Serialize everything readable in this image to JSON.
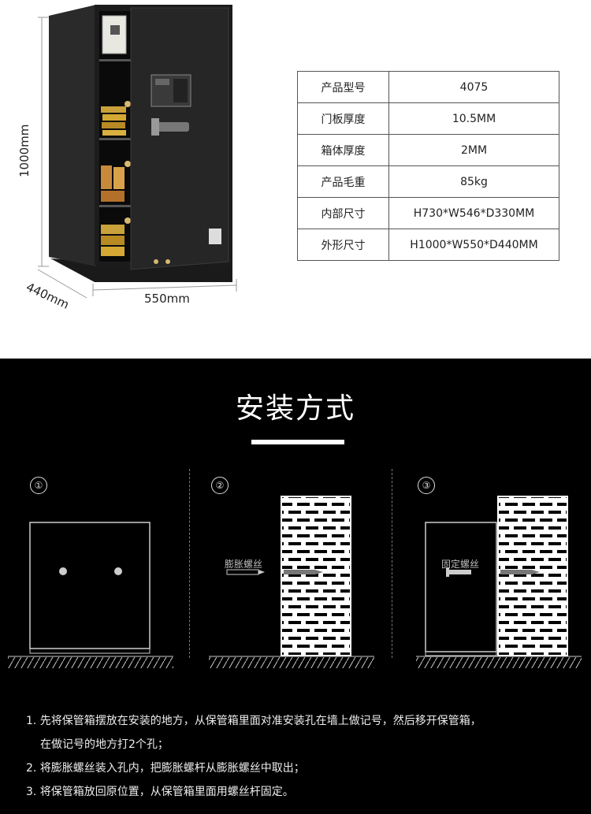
{
  "dimensions": {
    "height": "1000mm",
    "depth": "440mm",
    "width": "550mm"
  },
  "specs": [
    {
      "label": "产品型号",
      "value": "4075"
    },
    {
      "label": "门板厚度",
      "value": "10.5MM"
    },
    {
      "label": "箱体厚度",
      "value": "2MM"
    },
    {
      "label": "产品毛重",
      "value": "85kg"
    },
    {
      "label": "内部尺寸",
      "value": "H730*W546*D330MM"
    },
    {
      "label": "外形尺寸",
      "value": "H1000*W550*D440MM"
    }
  ],
  "install": {
    "title": "安装方式",
    "step_numbers": [
      "①",
      "②",
      "③"
    ],
    "label_expansion": "膨胀螺丝",
    "label_fix": "固定螺丝",
    "steps": [
      "1. 先将保管箱摆放在安装的地方，从保管箱里面对准安装孔在墙上做记号，然后移开保管箱，",
      "在做记号的地方打2个孔；",
      "2. 将膨胀螺丝装入孔内，把膨胀螺杆从膨胀螺丝中取出；",
      "3. 将保管箱放回原位置，从保管箱里面用螺丝杆固定。"
    ]
  }
}
